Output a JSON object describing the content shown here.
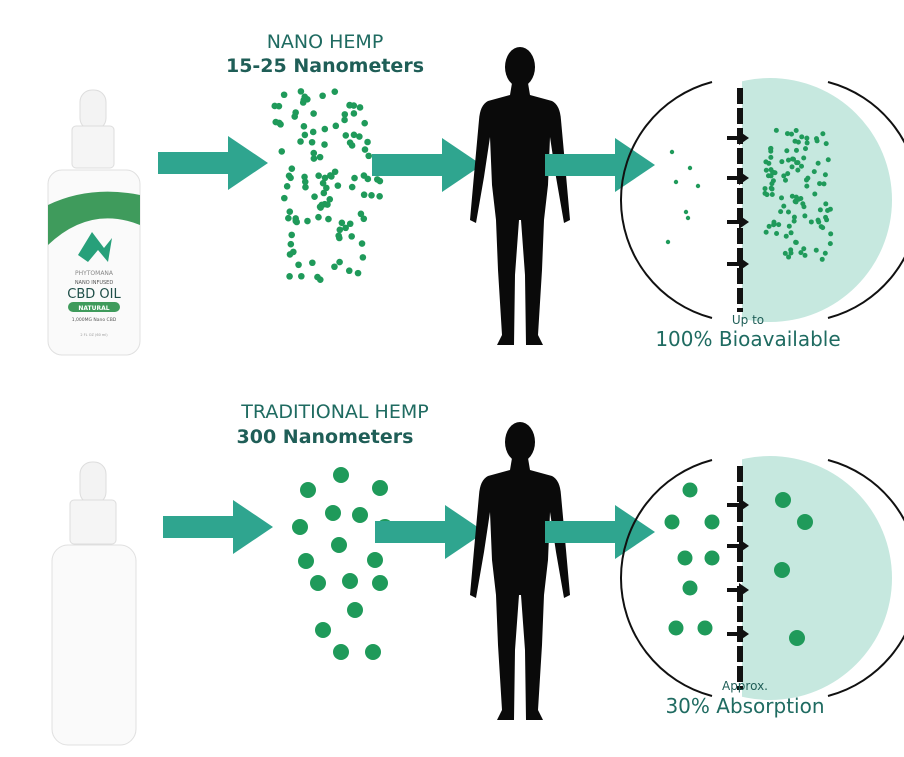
{
  "colors": {
    "arrow": "#2fa58f",
    "particle": "#1f9a5a",
    "membrane_fill": "#c6e8df",
    "text": "#1f6b61",
    "silhouette": "#0a0a0a"
  },
  "nano": {
    "title": "NANO HEMP",
    "size": "15-25 Nanometers",
    "result_prefix": "Up to",
    "result": "100% Bioavailable"
  },
  "traditional": {
    "title": "TRADITIONAL HEMP",
    "size": "300 Nanometers",
    "result_prefix": "Approx.",
    "result": "30% Absorption"
  },
  "bottle_label": {
    "brand": "PHYTOMANA",
    "line1": "NANO INFUSED",
    "product": "CBD OIL",
    "flavor": "NATURAL",
    "strength": "1,000MG Nano CBD",
    "volume": "2 FL OZ (60 ml)"
  }
}
